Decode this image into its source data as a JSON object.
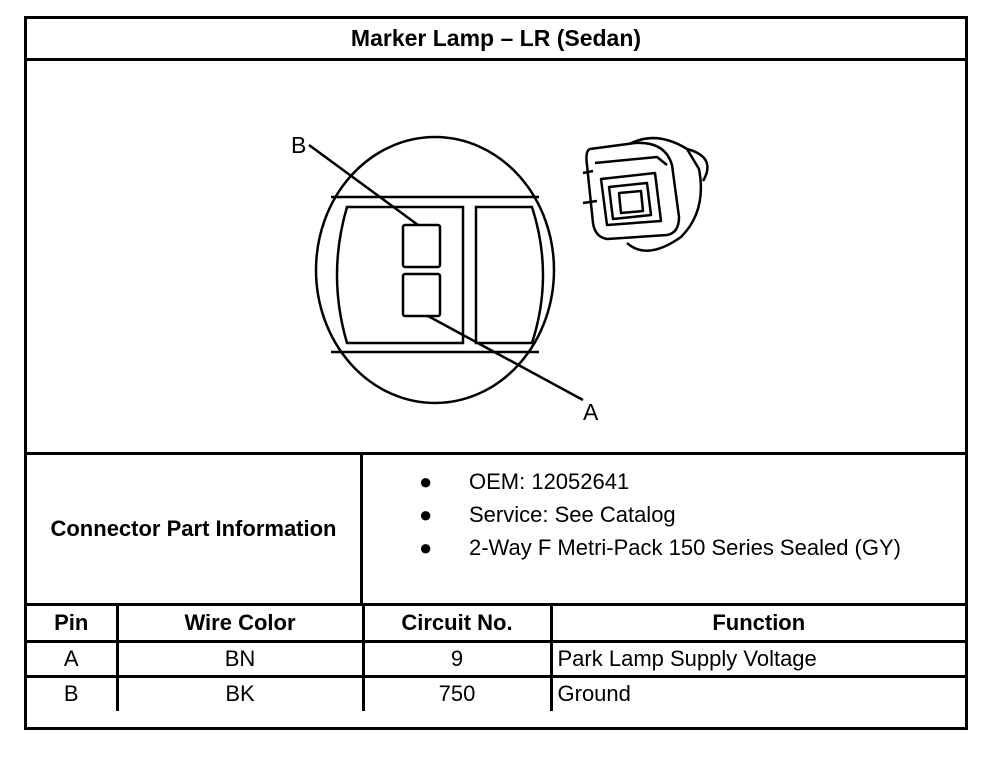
{
  "title": "Marker Lamp – LR (Sedan)",
  "diagram": {
    "callout_a": "A",
    "callout_b": "B"
  },
  "connector_info": {
    "label": "Connector Part Information",
    "bullet": "●",
    "items": [
      "OEM: 12052641",
      "Service: See Catalog",
      "2-Way F Metri-Pack 150 Series Sealed (GY)"
    ]
  },
  "pin_table": {
    "headers": [
      "Pin",
      "Wire Color",
      "Circuit No.",
      "Function"
    ],
    "rows": [
      [
        "A",
        "BN",
        "9",
        "Park Lamp Supply Voltage"
      ],
      [
        "B",
        "BK",
        "750",
        "Ground"
      ]
    ]
  }
}
